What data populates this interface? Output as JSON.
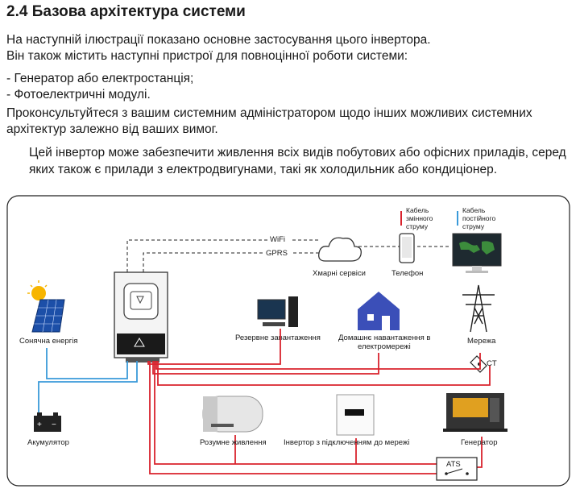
{
  "section_title": "2.4 Базова архітектура системи",
  "intro_lines": [
    "На наступній ілюстрації показано основне застосування цього інвертора.",
    "Він також містить наступні пристрої для повноцінної роботи системи:",
    "- Генератор або електростанція;",
    " - Фотоелектричні модулі.",
    "Проконсультуйтеся з вашим системним адміністратором щодо інших можливих системних",
    "архітектур залежно від ваших вимог."
  ],
  "second_paragraph": [
    "Цей інвертор може забезпечити живлення всіх видів побутових або офісних приладів, серед",
    "яких також є прилади з електродвигунами, такі як холодильник або кондиціонер."
  ],
  "diagram": {
    "legend": {
      "ac_cable": [
        "Кабель",
        "змінного",
        "струму"
      ],
      "dc_cable": [
        "Кабель",
        "постійного",
        "струму"
      ],
      "ac_color": "#d9232d",
      "dc_color": "#3a9ad9"
    },
    "links": {
      "wifi": "WiFi",
      "gprs": "GPRS"
    },
    "labels": {
      "cloud": "Хмарні сервіси",
      "phone": "Телефон",
      "solar": "Сонячна енергія",
      "backup": "Резервне завантаження",
      "home_load_1": "Домашнє навантаження в",
      "home_load_2": "електромережі",
      "grid": "Мережа",
      "ct": "CT",
      "battery": "Акумулятор",
      "smart_load": "Розумне живлення",
      "grid_inverter": "Інвертор з підключенням до мережі",
      "generator": "Генератор",
      "ats": "ATS"
    }
  }
}
